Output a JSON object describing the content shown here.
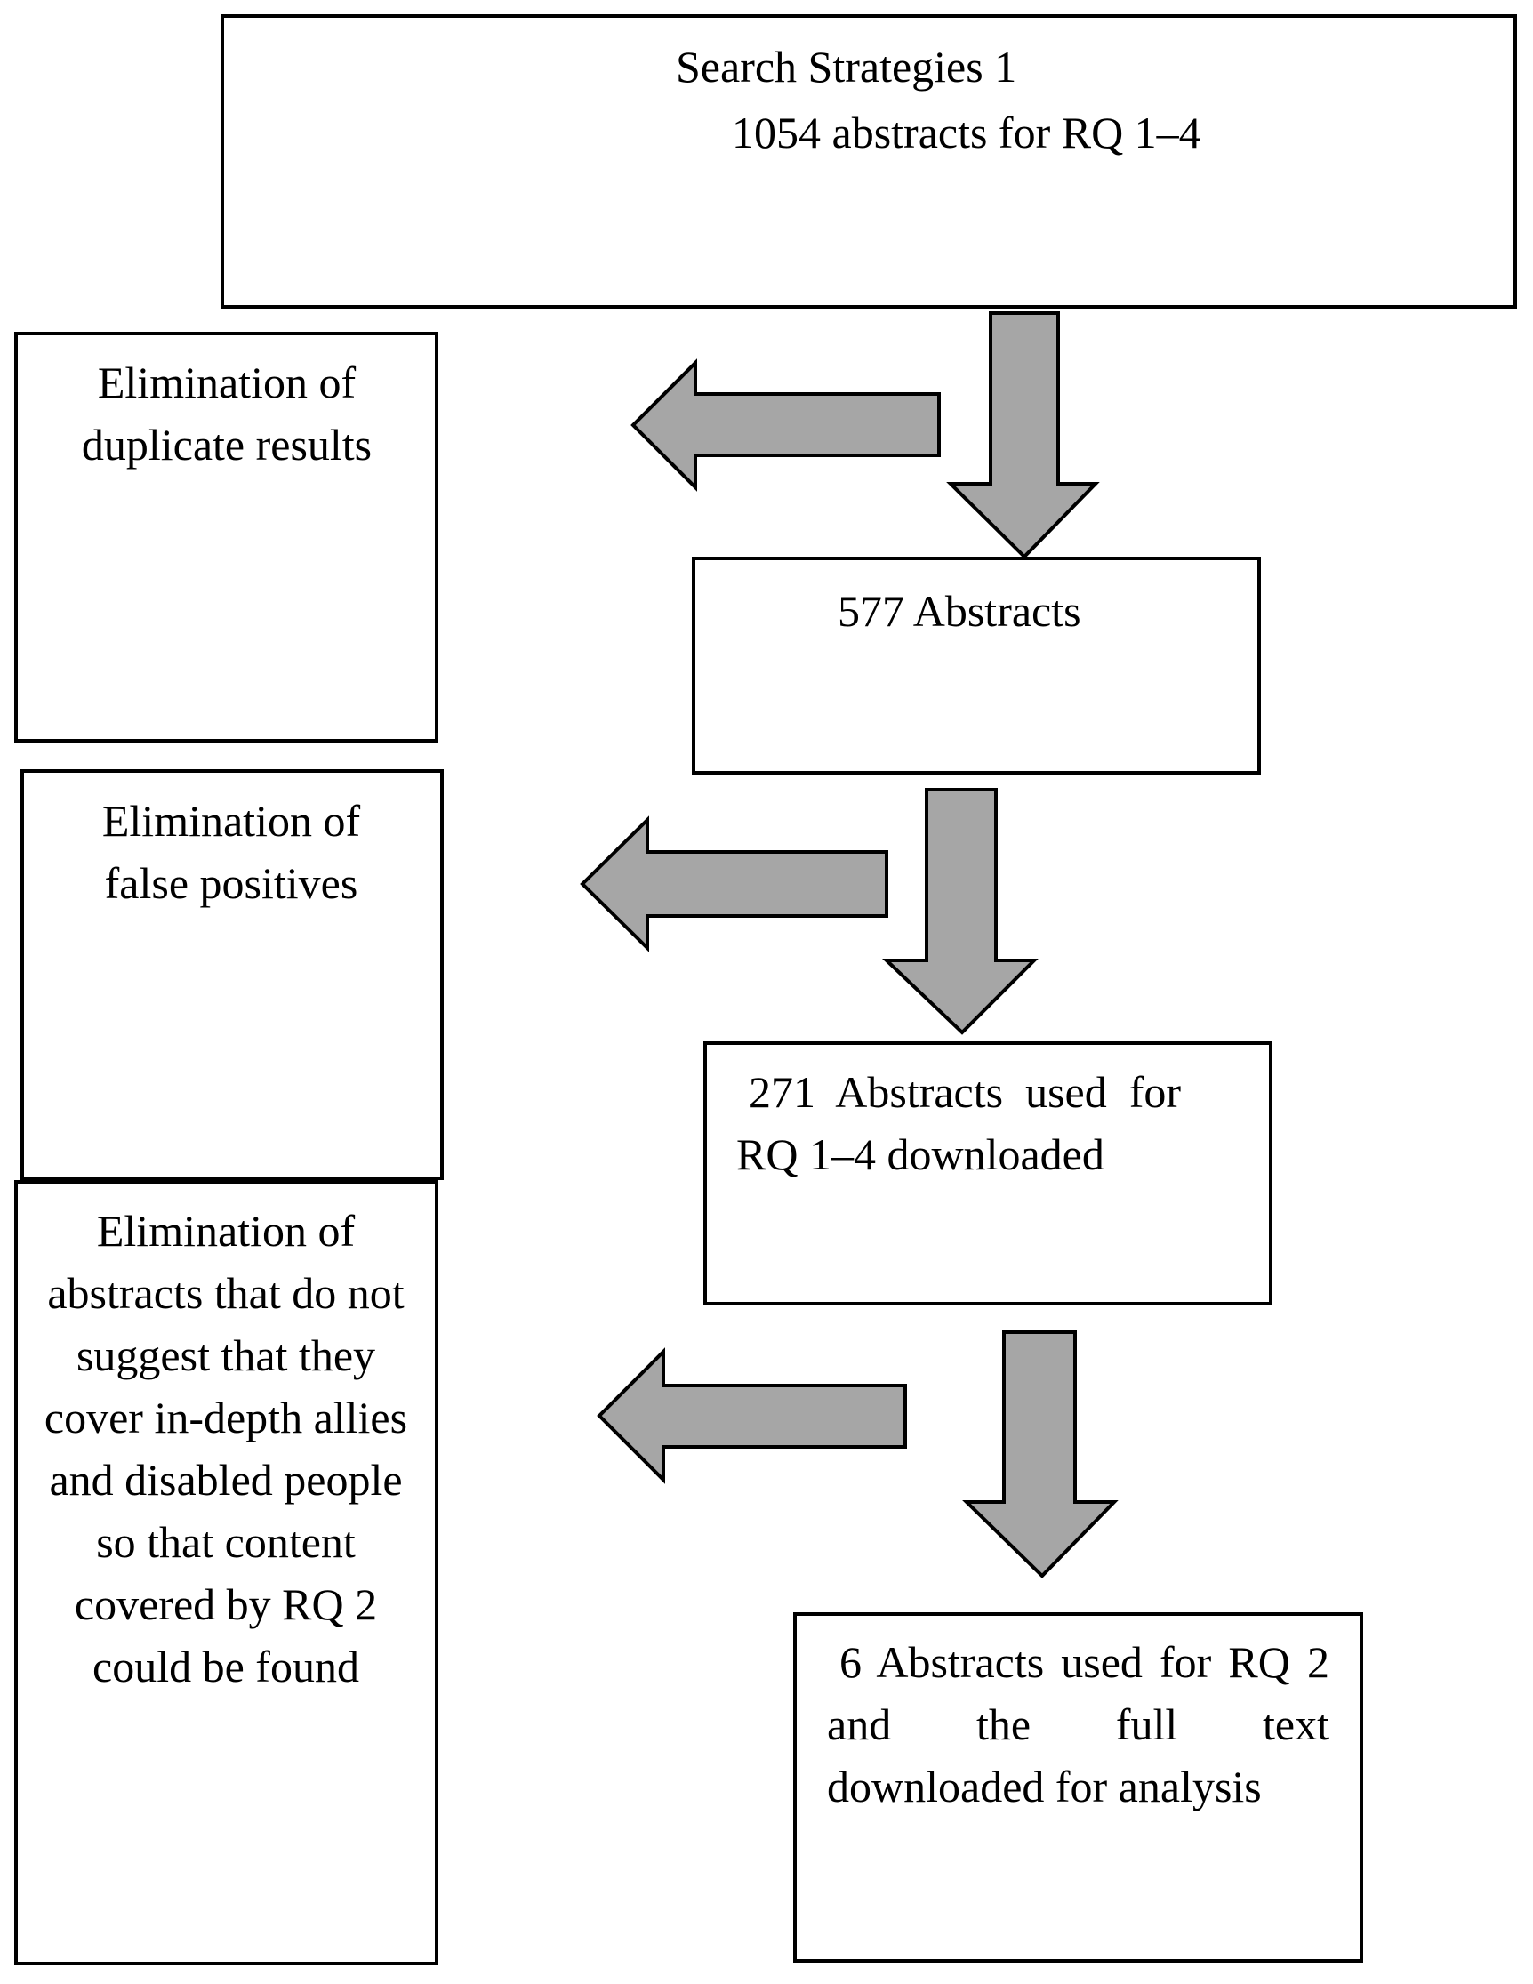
{
  "boxes": {
    "search": {
      "line1": "Search Strategies 1",
      "line2": "1054 abstracts for RQ 1–4"
    },
    "abstracts_577": {
      "text": "577 Abstracts"
    },
    "abstracts_271": {
      "line1": "271  Abstracts  used  for",
      "line2": "RQ 1–4 downloaded"
    },
    "abstracts_6": {
      "text": "6 Abstracts used for RQ 2 and the full text downloaded for analysis"
    },
    "elim_duplicates": {
      "text": "Elimination of duplicate results"
    },
    "elim_false_positives": {
      "text": "Elimination of false positives"
    },
    "elim_abstracts": {
      "text": "Elimination of abstracts that do not suggest that they cover in-depth allies and disabled people so that content covered by RQ 2 could be found"
    }
  },
  "colors": {
    "arrow_fill": "#a6a6a6",
    "stroke": "#000000"
  }
}
